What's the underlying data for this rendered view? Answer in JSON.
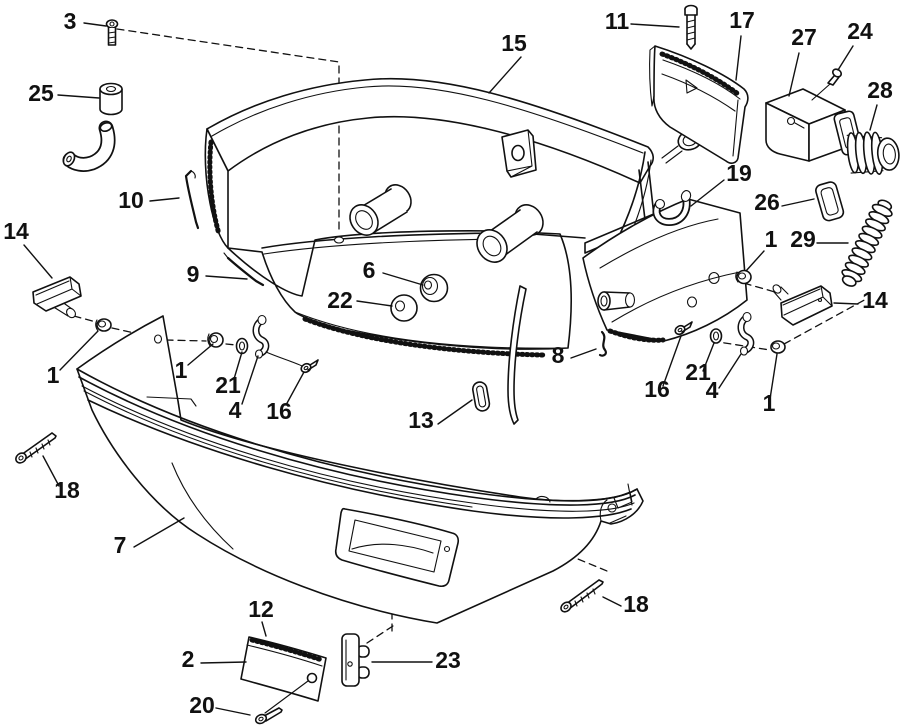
{
  "diagram": {
    "kind": "exploded-parts-line-drawing",
    "colors": {
      "ink": "#111111",
      "paper": "#ffffff"
    }
  },
  "callouts": [
    {
      "label": "3"
    },
    {
      "label": "25"
    },
    {
      "label": "10"
    },
    {
      "label": "14"
    },
    {
      "label": "9"
    },
    {
      "label": "1"
    },
    {
      "label": "1"
    },
    {
      "label": "21"
    },
    {
      "label": "4"
    },
    {
      "label": "16"
    },
    {
      "label": "22"
    },
    {
      "label": "6"
    },
    {
      "label": "15"
    },
    {
      "label": "11"
    },
    {
      "label": "17"
    },
    {
      "label": "27"
    },
    {
      "label": "24"
    },
    {
      "label": "28"
    },
    {
      "label": "19"
    },
    {
      "label": "26"
    },
    {
      "label": "29"
    },
    {
      "label": "1"
    },
    {
      "label": "14"
    },
    {
      "label": "8"
    },
    {
      "label": "16"
    },
    {
      "label": "21"
    },
    {
      "label": "4"
    },
    {
      "label": "1"
    },
    {
      "label": "13"
    },
    {
      "label": "18"
    },
    {
      "label": "7"
    },
    {
      "label": "12"
    },
    {
      "label": "2"
    },
    {
      "label": "20"
    },
    {
      "label": "23"
    },
    {
      "label": "18"
    }
  ]
}
